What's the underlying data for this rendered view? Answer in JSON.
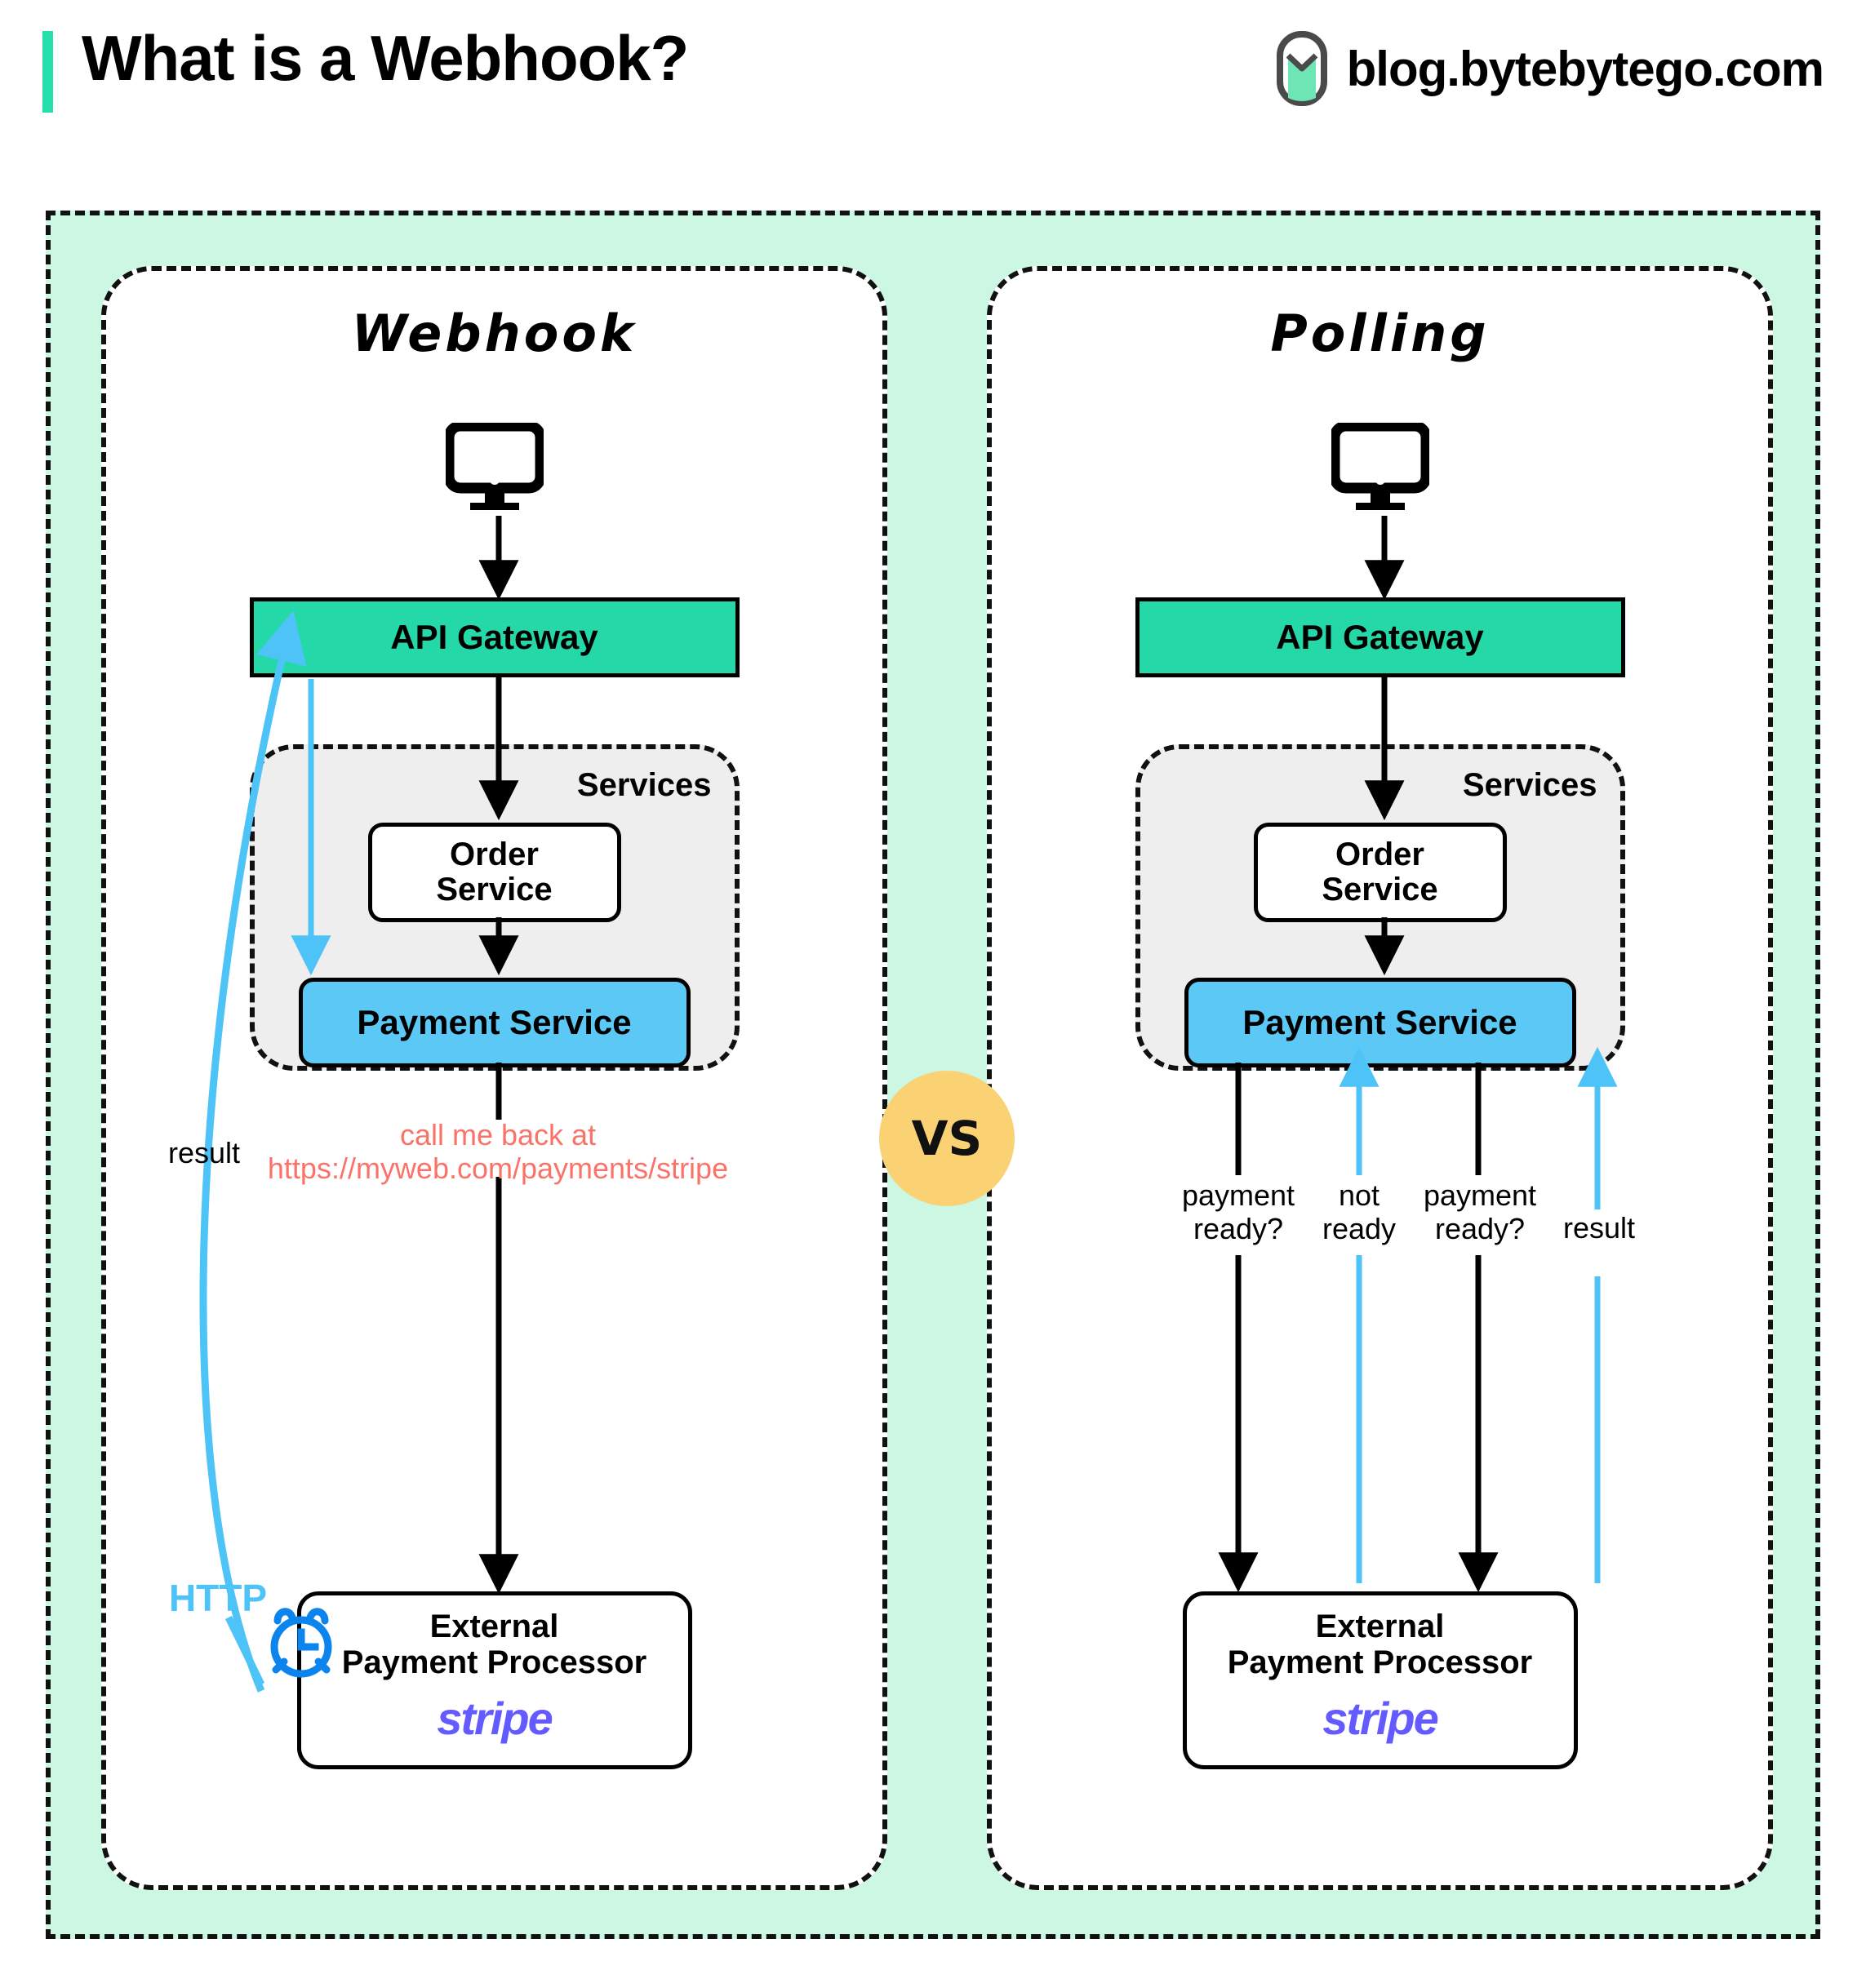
{
  "header": {
    "title": "What is a Webhook?",
    "brand": "blog.bytebytego.com",
    "logo_icon": "bytebytego-logo-icon",
    "accent_color": "#25e0aa"
  },
  "colors": {
    "outer_background": "#ccf7e2",
    "panel_background": "#ffffff",
    "services_background": "#eeeeee",
    "api_gateway": "#25d8a8",
    "payment_service": "#5bc8f5",
    "vs_badge": "#fad274",
    "http_blue": "#4dc3f7",
    "clock_blue": "#0c84ee",
    "callback_red": "#fa7268",
    "stripe_purple": "#635bff"
  },
  "vs_badge": {
    "label": "VS"
  },
  "panels": [
    {
      "id": "webhook",
      "title": "Webhook",
      "client_icon": "monitor-icon",
      "api_gateway": "API Gateway",
      "services_label": "Services",
      "order_service_line1": "Order",
      "order_service_line2": "Service",
      "payment_service": "Payment Service",
      "processor_line1": "External",
      "processor_line2": "Payment Processor",
      "processor_brand": "stripe",
      "annotations": [
        {
          "id": "result",
          "text": "result"
        },
        {
          "id": "callback",
          "text": "call me back at\nhttps://myweb.com/payments/stripe"
        },
        {
          "id": "http",
          "text": "HTTP"
        }
      ],
      "clock_icon": "alarm-clock-icon"
    },
    {
      "id": "polling",
      "title": "Polling",
      "client_icon": "monitor-icon",
      "api_gateway": "API Gateway",
      "services_label": "Services",
      "order_service_line1": "Order",
      "order_service_line2": "Service",
      "payment_service": "Payment Service",
      "processor_line1": "External",
      "processor_line2": "Payment Processor",
      "processor_brand": "stripe",
      "annotations": [
        {
          "id": "poll1",
          "text": "payment\nready?"
        },
        {
          "id": "notready",
          "text": "not\nready"
        },
        {
          "id": "poll2",
          "text": "payment\nready?"
        },
        {
          "id": "result",
          "text": "result"
        }
      ]
    }
  ]
}
